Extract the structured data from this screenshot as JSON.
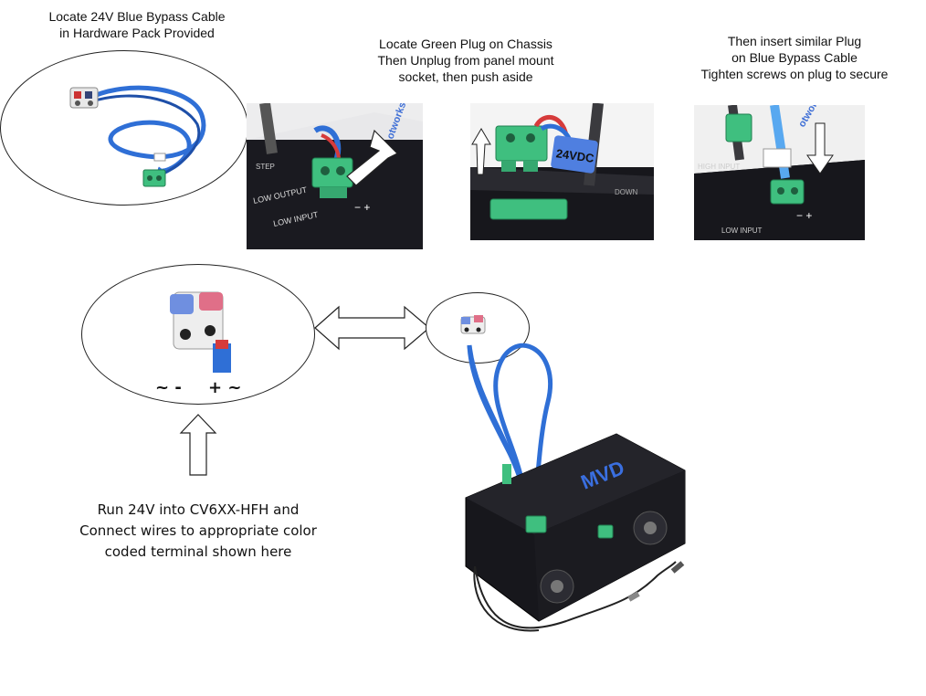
{
  "captions": {
    "step1": [
      "Locate 24V Blue Bypass Cable",
      "in Hardware Pack Provided"
    ],
    "step2": [
      "Locate Green Plug on Chassis",
      "Then Unplug from panel mount",
      "socket, then push aside"
    ],
    "step3": [
      "Then insert similar Plug",
      "on Blue Bypass Cable",
      "Tighten screws on plug to secure"
    ],
    "run": [
      "Run 24V into CV6XX-HFH and",
      "Connect wires to appropriate color",
      "coded terminal shown here"
    ]
  },
  "terminal_labels": {
    "left": "~ -",
    "right": "+ ~"
  },
  "photo_labels": {
    "plug_label": "24VDC",
    "low_output": "LOW OUTPUT",
    "low_input": "LOW INPUT",
    "step": "STEP",
    "high_input": "HIGH INPUT",
    "down": "DOWN",
    "brand": "MVD"
  },
  "colors": {
    "cable_blue": "#2f6fd6",
    "connector_green": "#3fbf7f",
    "chassis_black": "#141418",
    "wire_red": "#d63b3b"
  }
}
